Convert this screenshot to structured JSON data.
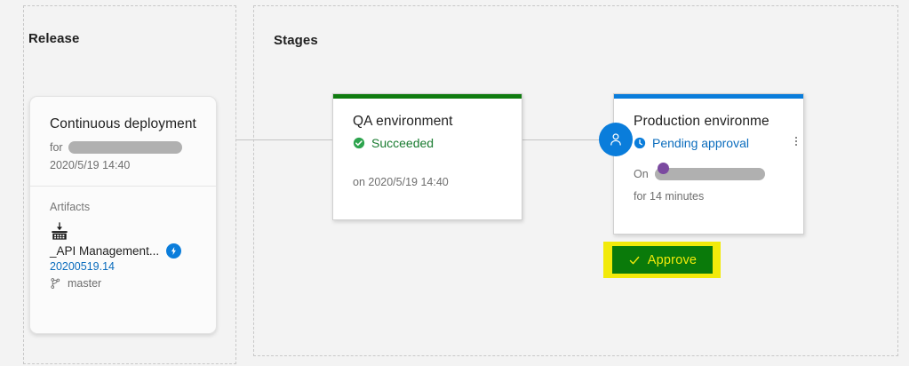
{
  "release_panel": {
    "title": "Release",
    "card": {
      "heading": "Continuous deployment",
      "for_label": "for",
      "redacted_name": "",
      "timestamp": "2020/5/19 14:40",
      "artifacts_label": "Artifacts",
      "artifact_icon": "package-download-icon",
      "artifact_name": "_API Management...",
      "trigger_badge_icon": "lightning-bolt-icon",
      "artifact_version": "20200519.14",
      "branch_icon": "branch-icon",
      "branch_name": "master"
    }
  },
  "stages_panel": {
    "title": "Stages",
    "stages": [
      {
        "name": "QA environment",
        "status": "Succeeded",
        "status_icon": "check-circle-icon",
        "status_color": "#197b30",
        "topbar_color": "#107c10",
        "footnote": "on 2020/5/19 14:40"
      },
      {
        "name": "Production environme",
        "status": "Pending approval",
        "status_icon": "clock-circle-icon",
        "status_color": "#0a6cbd",
        "topbar_color": "#0a7ddb",
        "on_label": "On",
        "on_redacted": "",
        "footnote": "for 14 minutes",
        "menu_icon": "more-vertical-icon"
      }
    ],
    "approver_avatar_icon": "person-icon",
    "approve_button": {
      "label": "Approve",
      "icon": "check-icon",
      "background": "#0a7a0a",
      "text_color": "#f2ea0a",
      "highlight_color": "#f2ea0a"
    }
  }
}
